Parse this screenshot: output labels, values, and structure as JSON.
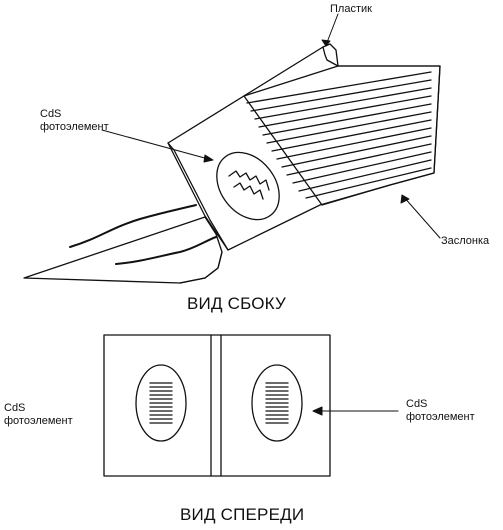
{
  "labels": {
    "plastic": "Пластик",
    "shutter": "Заслонка",
    "cell_top_line1": "CdS",
    "cell_top_line2": "фотоэлемент",
    "cell_left_line1": "CdS",
    "cell_left_line2": "фотоэлемент",
    "cell_right_line1": "CdS",
    "cell_right_line2": "фотоэлемент"
  },
  "captions": {
    "side_view": "ВИД СБОКУ",
    "front_view": "ВИД СПЕРЕДИ"
  },
  "colors": {
    "line": "#111111",
    "background": "#ffffff"
  }
}
